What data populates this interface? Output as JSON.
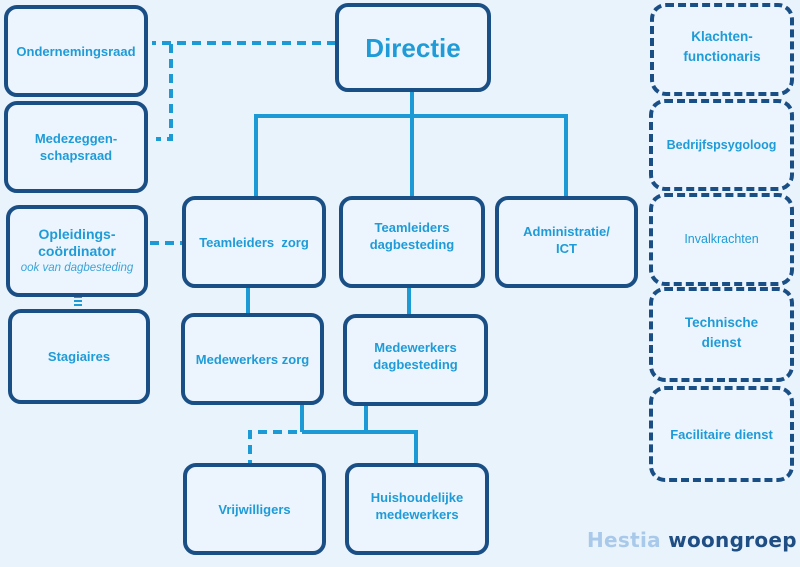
{
  "chart": {
    "top": {
      "label": "Directie"
    },
    "advisory_left": [
      {
        "label": "Ondernemingsraad"
      },
      {
        "label": "Medezeggen-\nschapsraad"
      }
    ],
    "training": {
      "label": "Opleidings-\ncoördinator",
      "note": "ook van dagbesteding"
    },
    "interns": {
      "label": "Stagiaires"
    },
    "level2": [
      {
        "label": "Teamleiders  zorg"
      },
      {
        "label": "Teamleiders\ndagbesteding"
      },
      {
        "label": "Administratie/\nICT"
      }
    ],
    "level3": [
      {
        "label": "Medewerkers zorg"
      },
      {
        "label": "Medewerkers\ndagbesteding"
      }
    ],
    "level4": [
      {
        "label": "Vrijwilligers"
      },
      {
        "label": "Huishoudelijke\nmedewerkers"
      }
    ],
    "staff_right": [
      {
        "label": "Klachten-\nfunctionaris"
      },
      {
        "label": "Bedrijfspsygoloog"
      },
      {
        "label": "Invalkrachten"
      },
      {
        "label": "Technische\ndienst"
      },
      {
        "label": "Facilitaire dienst"
      }
    ]
  },
  "logo": {
    "part1": "Hestia",
    "part2": "woongroep"
  },
  "colors": {
    "box_border": "#1a4f86",
    "text": "#1f9bd7",
    "connector": "#1c9ad6",
    "background": "#e9f3fb"
  }
}
